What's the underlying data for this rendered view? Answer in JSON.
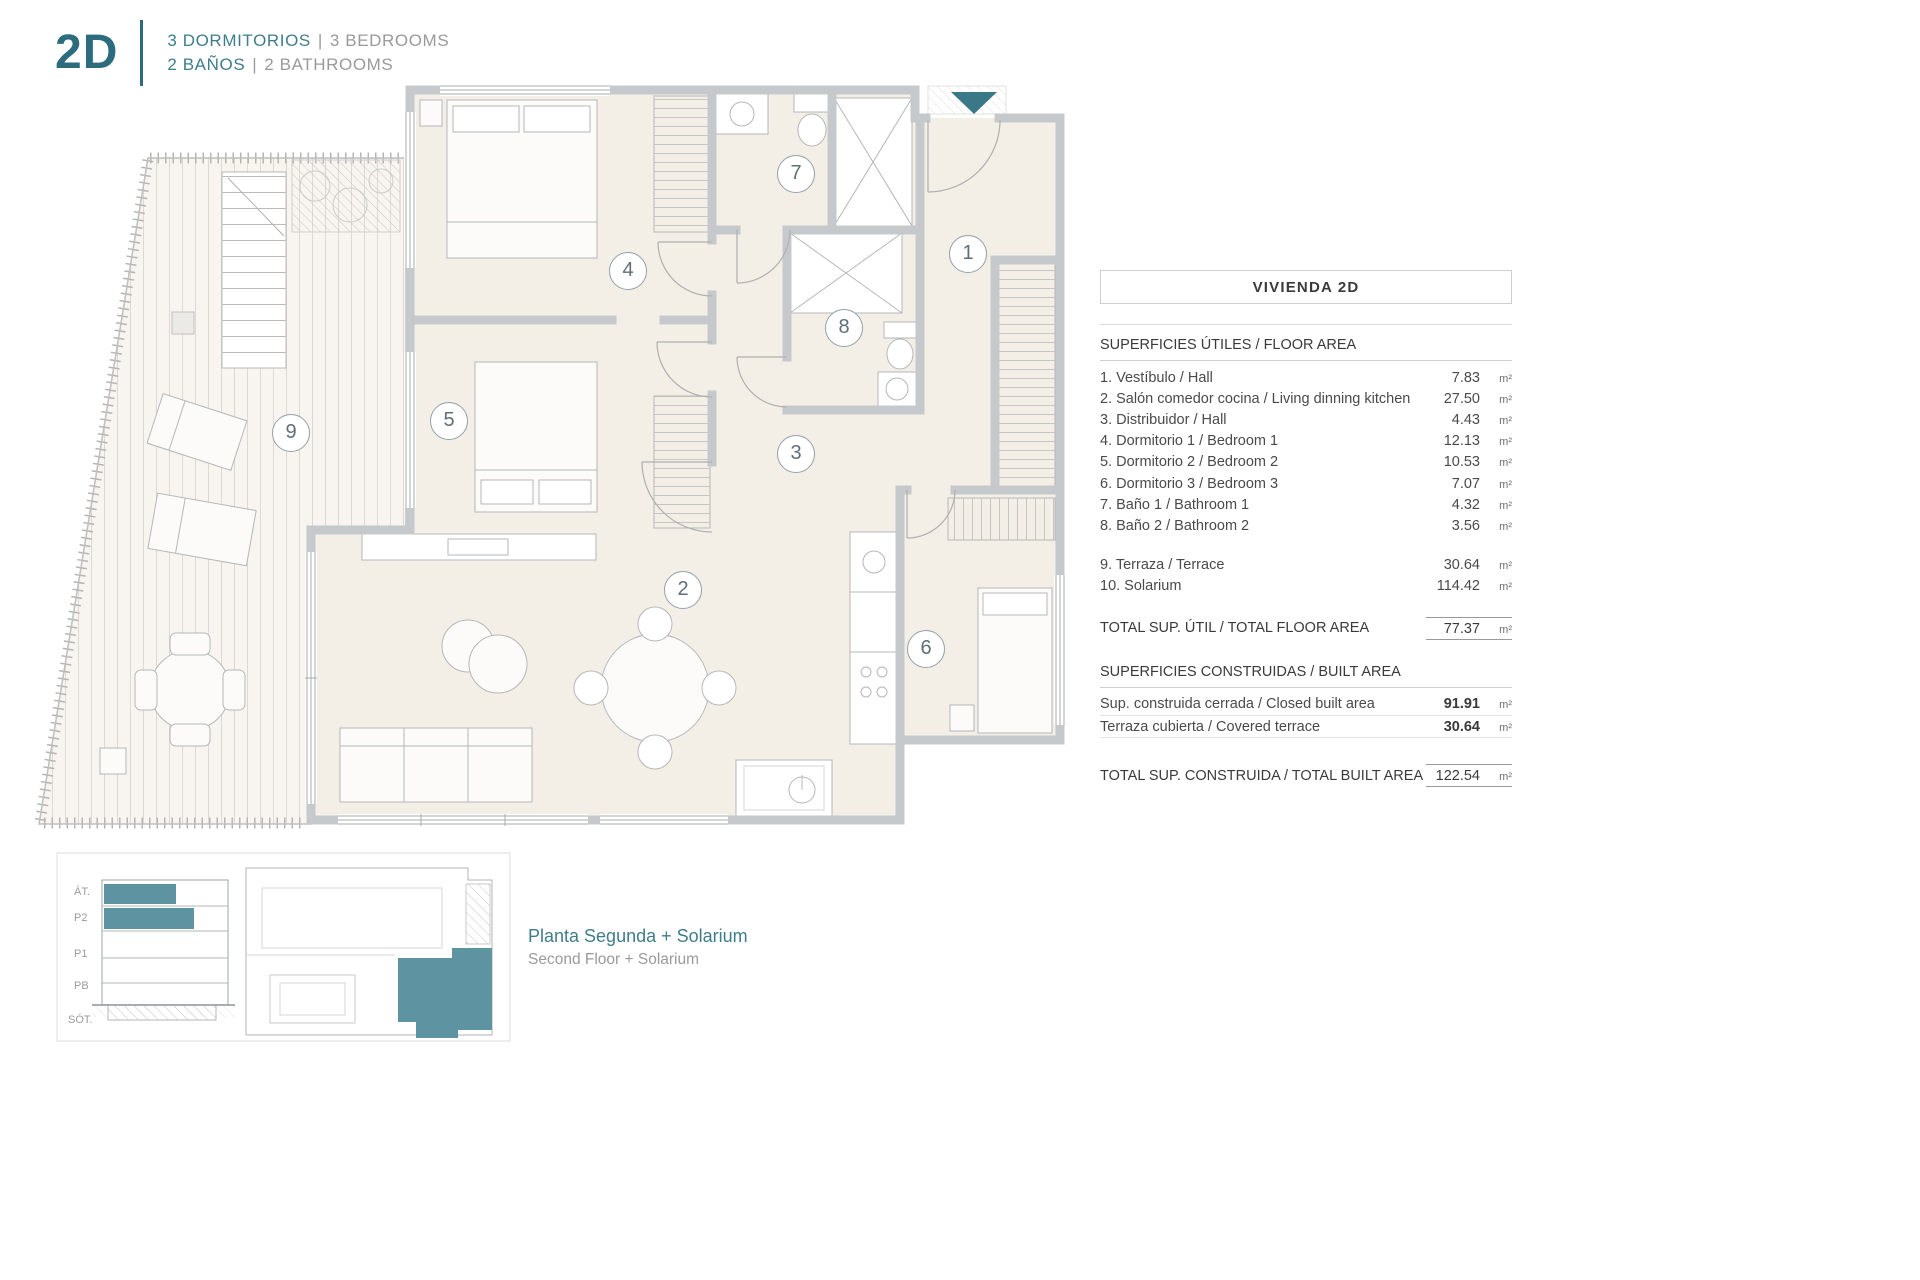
{
  "header": {
    "unit_code": "2D",
    "separator": "|",
    "bedrooms_es": "3 DORMITORIOS",
    "bedrooms_en": "3 BEDROOMS",
    "bathrooms_es": "2 BAÑOS",
    "bathrooms_en": "2 BATHROOMS"
  },
  "plan": {
    "room_numbers": [
      "1",
      "2",
      "3",
      "4",
      "5",
      "6",
      "7",
      "8",
      "9"
    ]
  },
  "panel": {
    "title": "VIVIENDA 2D",
    "unit_label": "m²",
    "floor_area": {
      "header": "SUPERFICIES ÚTILES / FLOOR AREA",
      "rows": [
        {
          "label": "1. Vestíbulo / Hall",
          "value": "7.83"
        },
        {
          "label": "2. Salón comedor cocina / Living dinning kitchen",
          "value": "27.50"
        },
        {
          "label": "3. Distribuidor / Hall",
          "value": "4.43"
        },
        {
          "label": "4. Dormitorio 1 / Bedroom 1",
          "value": "12.13"
        },
        {
          "label": "5. Dormitorio 2 / Bedroom 2",
          "value": "10.53"
        },
        {
          "label": "6. Dormitorio 3 / Bedroom 3",
          "value": "7.07"
        },
        {
          "label": "7. Baño 1 / Bathroom 1",
          "value": "4.32"
        },
        {
          "label": "8. Baño 2 / Bathroom 2",
          "value": "3.56"
        }
      ],
      "extra_rows": [
        {
          "label": "9. Terraza / Terrace",
          "value": "30.64"
        },
        {
          "label": "10. Solarium",
          "value": "114.42"
        }
      ],
      "total": {
        "label": "TOTAL SUP. ÚTIL / TOTAL FLOOR AREA",
        "value": "77.37"
      }
    },
    "built_area": {
      "header": "SUPERFICIES CONSTRUIDAS / BUILT AREA",
      "rows": [
        {
          "label": "Sup. construida cerrada / Closed built area",
          "value": "91.91"
        },
        {
          "label": "Terraza cubierta / Covered terrace",
          "value": "30.64"
        }
      ],
      "total": {
        "label": "TOTAL SUP. CONSTRUIDA /  TOTAL BUILT AREA",
        "value": "122.54"
      }
    }
  },
  "footer": {
    "caption_es": "Planta Segunda + Solarium",
    "caption_en": "Second Floor + Solarium"
  },
  "key_diagrams": {
    "elevation_labels": [
      "ÁT.",
      "P2",
      "P1",
      "PB",
      "SÓT."
    ]
  },
  "colors": {
    "accent_teal": "#3A7A88",
    "highlight_teal": "#5E93A2",
    "text_gray": "#9A9A9A",
    "wall_gray": "#C5C9CB",
    "floor_cream": "#F3EEE6"
  }
}
